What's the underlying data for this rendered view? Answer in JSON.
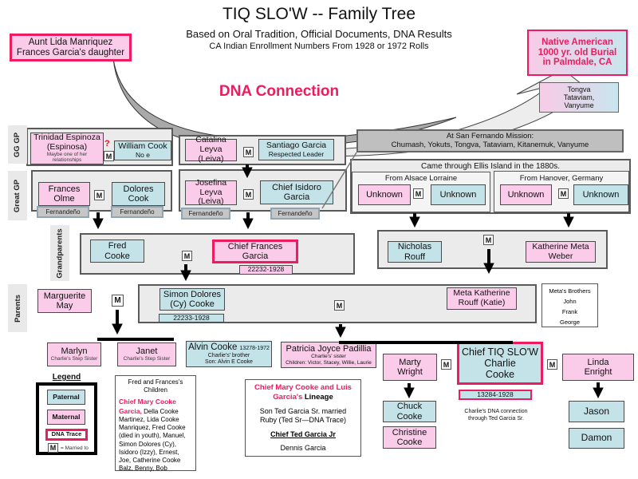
{
  "title": "TIQ SLO'W --  Family Tree",
  "subtitle": "Based on Oral Tradition, Official Documents, DNA Results",
  "subtitle2": "CA Indian Enrollment Numbers  From 1928 or 1972 Rolls",
  "dna_connection": "DNA Connection",
  "symbols": {
    "married": "M",
    "uncertain": "?"
  },
  "row_labels": [
    "GG GP",
    "Great GP",
    "Grandparents",
    "Parents"
  ],
  "callouts": {
    "aunt_lida": [
      "Aunt Lida Manriquez",
      "Frances Garcia's daughter"
    ],
    "native_american": [
      "Native American",
      "1000 yr. old Burial",
      "in Palmdale, CA"
    ],
    "tribes": [
      "Tongva",
      "Tataviam,",
      "Vanyume"
    ]
  },
  "gg_gp": {
    "trinidad": [
      "Trinidad Espinoza",
      "(Espinosa)"
    ],
    "trinidad_note": [
      "Maybe one of her",
      "relationships"
    ],
    "william": [
      "William Cook",
      "No e"
    ],
    "catalina": [
      "Catalina",
      "Leyva (Leiva)"
    ],
    "santiago": [
      "Santiago Garcia",
      "Respected Leader"
    ],
    "mission": [
      "At San Fernando Mission:",
      "Chumash, Yokuts, Tongva, Tataviam, Kitanemuk, Vanyume"
    ]
  },
  "great_gp": {
    "frances": [
      "Frances",
      "Olme"
    ],
    "dolores": [
      "Dolores",
      "Cook"
    ],
    "josefina": [
      "Josefina",
      "Leyva (Leiva)"
    ],
    "isidoro": [
      "Chief Isidoro",
      "Garcia"
    ],
    "tribe_tag": "Fernandeño",
    "ellis_heading": "Came through Ellis Island in the 1880s.",
    "alsace_heading": "From Alsace Lorraine",
    "hanover_heading": "From  Hanover, Germany",
    "unknown": "Unknown"
  },
  "grandparents": {
    "fred": [
      "Fred",
      "Cooke"
    ],
    "chief_frances": [
      "Chief Frances",
      "Garcia"
    ],
    "chief_frances_enrollment": "22232-1928",
    "nicholas": [
      "Nicholas",
      "Rouff"
    ],
    "katherine": [
      "Katherine Meta",
      "Weber"
    ]
  },
  "parents": {
    "marguerite": [
      "Marguerite",
      "May"
    ],
    "simon": [
      "Simon Dolores",
      "(Cy) Cooke"
    ],
    "simon_enrollment": "22233-1928",
    "meta": [
      "Meta Katherine",
      "Rouff  (Katie)"
    ],
    "meta_brothers": [
      "Meta's Brothers",
      "John",
      "Frank",
      "George"
    ]
  },
  "children": {
    "marlyn": {
      "name": "Marlyn",
      "note": "Charlie's Step Sister"
    },
    "janet": {
      "name": "Janet",
      "note": "Charlie's Step Sister"
    },
    "alvin": {
      "name": "Alvin Cooke",
      "number": "13278-1972",
      "note1": "Charlie's' brother",
      "note2": "Son:  Alvin E Cooke"
    },
    "patricia": {
      "name": "Patricia Joyce Padillia",
      "note1": "Charlie's' sister",
      "note2": "Children:  Victor, Stacey, Willie, Laurie"
    },
    "marty": [
      "Marty",
      "Wright"
    ],
    "charlie": [
      "Chief TIQ SLO'W",
      "Charlie",
      "Cooke"
    ],
    "charlie_enrollment": "13284-1928",
    "charlie_note": [
      "Charlie's DNA connection",
      "through Ted Garcia Sr."
    ],
    "linda": [
      "Linda",
      "Enright"
    ],
    "chuck": [
      "Chuck",
      "Cooke"
    ],
    "christine": [
      "Christine",
      "Cooke"
    ],
    "jason": "Jason",
    "damon": "Damon"
  },
  "legend": {
    "title": "Legend",
    "paternal": "Paternal",
    "maternal": "Maternal",
    "dna_trace": "DNA Trace",
    "married_note": "=  Married  to"
  },
  "notes": {
    "fred_frances": {
      "heading": "Fred and Frances's Children",
      "highlight": "Chief Mary Cooke Garcia,",
      "list": "Della Cooke Martinez, Lida Cooke Manriquez,  Fred Cooke (died in youth), Manuel, Simon Dolores (Cy), Isidoro (Izzy), Ernest, Joe, Catherine Cooke Balz, Benny, Bob"
    },
    "mary_luis": {
      "heading_red": "Chief Mary Cooke and Luis Garcia's",
      "heading_black": "Lineage",
      "line1": "Son Ted Garcia Sr. married",
      "line2": "Ruby  (Ted Sr—DNA Trace)",
      "chief_ted": "Chief Ted Garcia Jr",
      "dennis": "Dennis Garcia"
    }
  },
  "colors": {
    "maternal_pink": "#FACCE9",
    "paternal_teal": "#C3E3E9",
    "accent_crimson": "#EC1C5E",
    "container_gray": "#EBEBEB",
    "mission_gray": "#BFBFBF"
  }
}
